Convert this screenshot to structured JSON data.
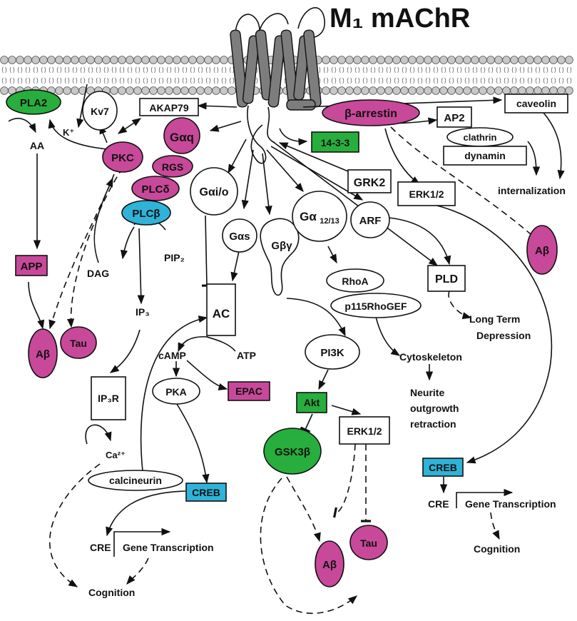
{
  "title": "M₁ mAChR",
  "colors": {
    "magenta": "#c8489a",
    "green": "#27ae3c",
    "cyan": "#2fb3d8",
    "membrane": "#c8c8c8",
    "receptor": "#7d7d7d"
  },
  "labels": {
    "pla2": "PLA2",
    "kv7": "Kv7",
    "k_ion": "K⁺",
    "aa": "AA",
    "pkc": "PKC",
    "akap79": "AKAP79",
    "gaq": "Gαq",
    "rgs": "RGS",
    "plcd": "PLCδ",
    "plcb": "PLCβ",
    "dag": "DAG",
    "pip2": "PIP₂",
    "ip3": "IP₃",
    "ip3r": "IP₃R",
    "ca": "Ca²⁺",
    "calcineurin": "calcineurin",
    "app": "APP",
    "abeta": "Aβ",
    "tau": "Tau",
    "gaio": "Gαi/o",
    "gas": "Gαs",
    "ggamma": "Gβγ",
    "ac": "AC",
    "camp": "cAMP",
    "atp": "ATP",
    "pka": "PKA",
    "epac": "EPAC",
    "creb": "CREB",
    "cre": "CRE",
    "gene_transcription": "Gene Transcription",
    "cognition": "Cognition",
    "g1213": "Gα",
    "g1213_sub": "12/13",
    "rhoa": "RhoA",
    "p115": "p115RhoGEF",
    "cytoskeleton": "Cytoskeleton",
    "neurite1": "Neurite",
    "neurite2": "outgrowth",
    "neurite3": "retraction",
    "pi3k": "PI3K",
    "akt": "Akt",
    "gsk3b": "GSK3β",
    "erk12": "ERK1/2",
    "arf": "ARF",
    "pld": "PLD",
    "ltd1": "Long Term",
    "ltd2": "Depression",
    "grk2": "GRK2",
    "p1433": "14-3-3",
    "barrestin": "β-arrestin",
    "ap2": "AP2",
    "clathrin": "clathrin",
    "dynamin": "dynamin",
    "caveolin": "caveolin",
    "internalization": "internalization"
  }
}
